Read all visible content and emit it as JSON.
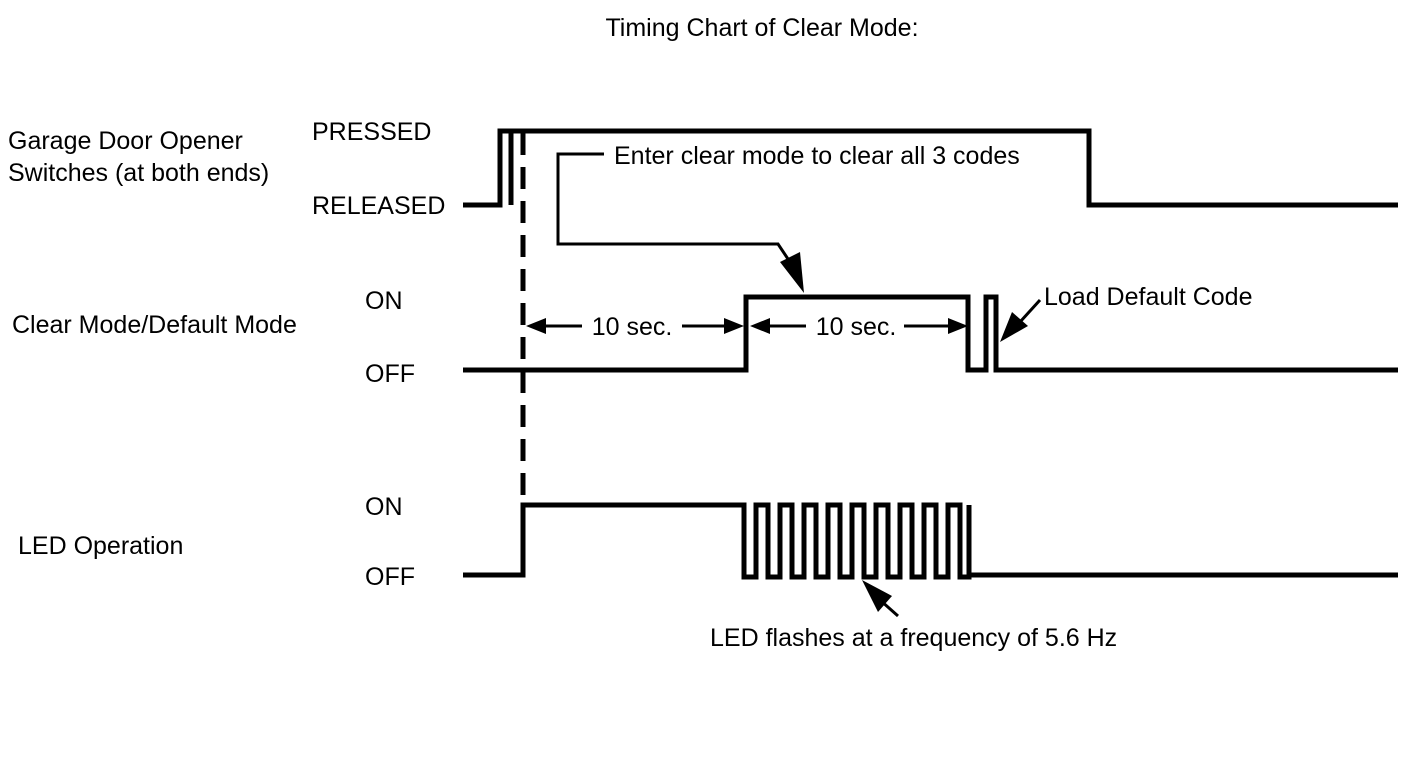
{
  "title": "Timing Chart of Clear Mode:",
  "rows": [
    {
      "id": "switch",
      "label_lines": [
        "Garage Door Opener",
        "Switches (at both ends)"
      ],
      "high_label": "PRESSED",
      "low_label": "RELEASED"
    },
    {
      "id": "mode",
      "label_lines": [
        "Clear Mode/Default Mode"
      ],
      "high_label": "ON",
      "low_label": "OFF"
    },
    {
      "id": "led",
      "label_lines": [
        "LED Operation"
      ],
      "high_label": "ON",
      "low_label": "OFF"
    }
  ],
  "intervals": [
    {
      "label": "10 sec."
    },
    {
      "label": "10 sec."
    }
  ],
  "annotations": {
    "enter_clear": "Enter clear mode to clear all 3 codes",
    "load_default": "Load Default Code",
    "led_flash": "LED flashes at a frequency of 5.6 Hz"
  },
  "colors": {
    "ink": "#000000",
    "background": "#ffffff"
  }
}
